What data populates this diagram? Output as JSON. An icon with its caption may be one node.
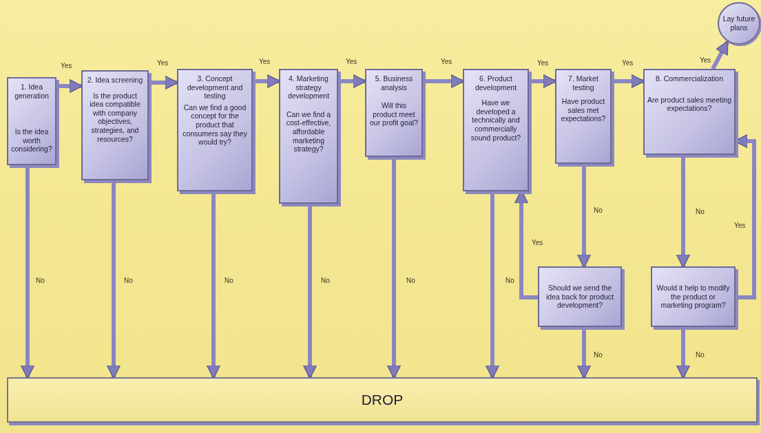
{
  "diagram": {
    "nodes": [
      {
        "text": [
          "1. Idea generation",
          "Is the idea worth considering?"
        ]
      },
      {
        "text": [
          "2. Idea screening",
          "Is the product idea compatible with company objectives, strategies, and resources?"
        ]
      },
      {
        "text": [
          "3. Concept development and testing",
          "Can we find a good concept for the product that consumers say they would try?"
        ]
      },
      {
        "text": [
          "4. Marketing strategy development",
          "Can we find a cost-effective, affordable marketing strategy?"
        ]
      },
      {
        "text": [
          "5. Business analysis",
          "Will this product meet our profit goal?"
        ]
      },
      {
        "text": [
          "6. Product development",
          "Have we developed a technically and commercially sound product?"
        ]
      },
      {
        "text": [
          "7. Market testing",
          "Have product sales met expectations?"
        ]
      },
      {
        "text": [
          "8. Commercialization",
          "Are product sales meeting expectations?"
        ]
      },
      {
        "text": [
          "Lay future plans"
        ]
      },
      {
        "text": [
          "Should we send the idea back for product development?"
        ]
      },
      {
        "text": [
          "Would it help to modify the product or marketing program?"
        ]
      },
      {
        "text": [
          "DROP"
        ]
      }
    ],
    "edges": [
      {
        "from": 0,
        "to": 1,
        "arrow": "to",
        "label": "Yes"
      },
      {
        "from": 1,
        "to": 2,
        "arrow": "to",
        "label": "Yes"
      },
      {
        "from": 2,
        "to": 3,
        "arrow": "to",
        "label": "Yes"
      },
      {
        "from": 3,
        "to": 4,
        "arrow": "to",
        "label": "Yes"
      },
      {
        "from": 4,
        "to": 5,
        "arrow": "to",
        "label": "Yes"
      },
      {
        "from": 5,
        "to": 6,
        "arrow": "to",
        "label": "Yes"
      },
      {
        "from": 6,
        "to": 7,
        "arrow": "to",
        "label": "Yes"
      },
      {
        "from": 7,
        "to": 8,
        "arrow": "to",
        "label": "Yes"
      },
      {
        "from": 0,
        "to": 11,
        "arrow": "to",
        "label": "No"
      },
      {
        "from": 1,
        "to": 11,
        "arrow": "to",
        "label": "No"
      },
      {
        "from": 2,
        "to": 11,
        "arrow": "to",
        "label": "No"
      },
      {
        "from": 3,
        "to": 11,
        "arrow": "to",
        "label": "No"
      },
      {
        "from": 4,
        "to": 11,
        "arrow": "to",
        "label": "No"
      },
      {
        "from": 5,
        "to": 11,
        "arrow": "to",
        "label": "No"
      },
      {
        "from": 6,
        "to": 9,
        "arrow": "to",
        "label": "No"
      },
      {
        "from": 7,
        "to": 10,
        "arrow": "to",
        "label": "No"
      },
      {
        "from": 9,
        "to": 5,
        "arrow": "to",
        "label": "Yes"
      },
      {
        "from": 10,
        "to": 7,
        "arrow": "to",
        "label": "Yes"
      },
      {
        "from": 9,
        "to": 11,
        "arrow": "to",
        "label": "No"
      },
      {
        "from": 10,
        "to": 11,
        "arrow": "to",
        "label": "No"
      }
    ]
  }
}
